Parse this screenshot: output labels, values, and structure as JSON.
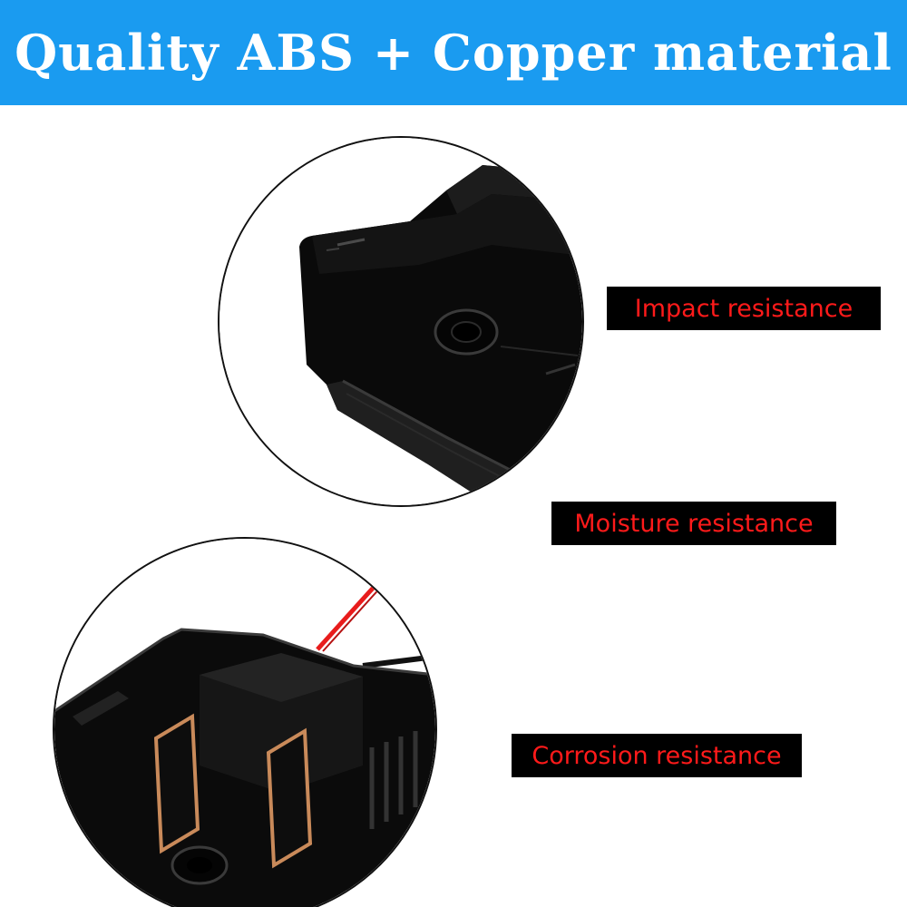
{
  "header": {
    "title": "Quality ABS + Copper material"
  },
  "features": [
    {
      "label": "Impact resistance",
      "icon": "impact-resistance-label"
    },
    {
      "label": "Moisture resistance",
      "icon": "moisture-resistance-label"
    },
    {
      "label": "Corrosion resistance",
      "icon": "corrosion-resistance-label"
    }
  ],
  "photos": {
    "top": {
      "icon": "abs-housing-closeup-photo"
    },
    "bottom": {
      "icon": "copper-terminal-closeup-photo"
    }
  },
  "colors": {
    "banner": "#1a9bf0",
    "label_bg": "#000000",
    "label_text": "#ff1a1a",
    "wire": "#e81c1c",
    "copper": "#c98a5a"
  }
}
